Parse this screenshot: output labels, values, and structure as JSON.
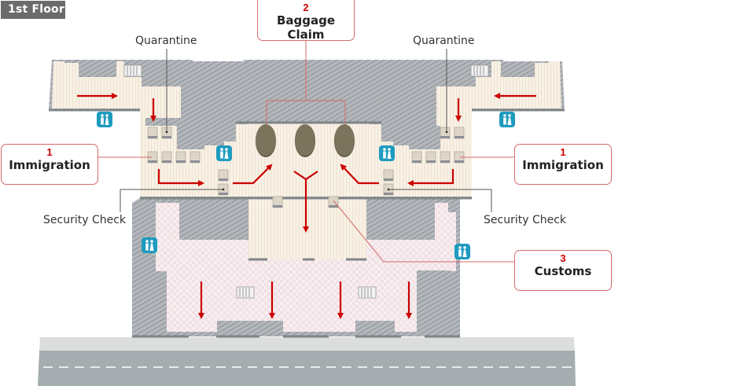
{
  "floor": {
    "label": "1st Floor"
  },
  "callouts": {
    "immigration_left": {
      "number": "1",
      "label": "Immigration"
    },
    "immigration_right": {
      "number": "1",
      "label": "Immigration"
    },
    "baggage_claim": {
      "number": "2",
      "label": "Baggage Claim"
    },
    "customs": {
      "number": "3",
      "label": "Customs"
    }
  },
  "labels": {
    "quarantine_left": "Quarantine",
    "quarantine_right": "Quarantine",
    "security_left": "Security Check",
    "security_right": "Security Check"
  },
  "icons": {
    "restroom": "restroom-icon",
    "escalator": "escalator-icon",
    "arrow": "direction-arrow",
    "booth": "counter-booth",
    "carousel": "baggage-carousel"
  },
  "colors": {
    "accent": "#cc0000",
    "wall": "#9ea3a8",
    "wall_edge": "#7f8588",
    "restricted_floor": "#f7efe3",
    "public_floor": "#f7ebee",
    "restroom": "#1e9bbf",
    "carousel": "#7b735c",
    "road": "#a5adb0",
    "sidewalk": "#dcdedd"
  }
}
